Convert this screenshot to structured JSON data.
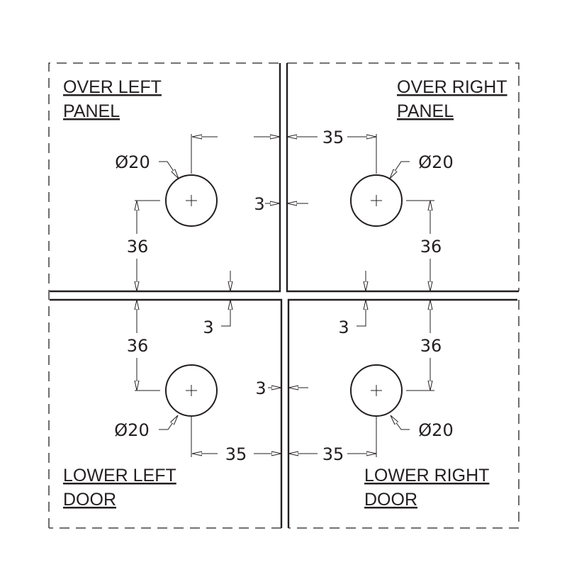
{
  "labels": {
    "over_left": [
      "OVER LEFT",
      "PANEL"
    ],
    "over_right": [
      "OVER RIGHT",
      "PANEL"
    ],
    "lower_left": [
      "LOWER LEFT",
      "DOOR"
    ],
    "lower_right": [
      "LOWER RIGHT",
      "DOOR"
    ]
  },
  "dimensions": {
    "hole_diameter": "Ø20",
    "edge_distance_horizontal": "35",
    "edge_distance_vertical": "36",
    "gap": "3"
  },
  "colors": {
    "line": "#231f20",
    "background": "#ffffff"
  }
}
